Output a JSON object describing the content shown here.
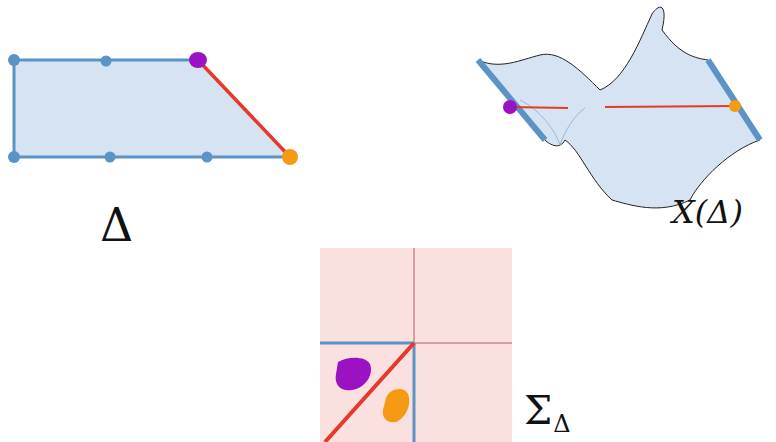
{
  "diagram": {
    "labels": [
      "Δ",
      "X(Δ)",
      "Σ",
      "Δ"
    ]
  }
}
